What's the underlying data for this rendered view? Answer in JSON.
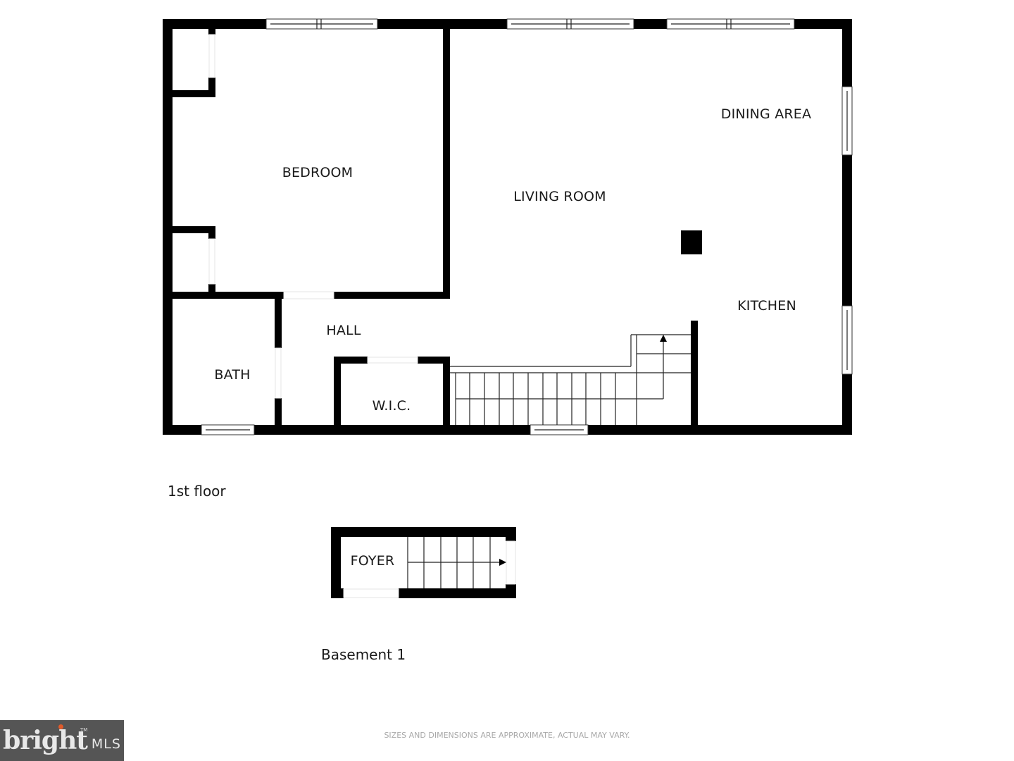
{
  "floors": {
    "first": {
      "label": "1st floor",
      "rooms": {
        "bedroom": "BEDROOM",
        "living_room": "LIVING ROOM",
        "dining_area": "DINING AREA",
        "kitchen": "KITCHEN",
        "hall": "HALL",
        "bath": "BATH",
        "wic": "W.I.C."
      }
    },
    "basement": {
      "label": "Basement 1",
      "rooms": {
        "foyer": "FOYER"
      }
    }
  },
  "disclaimer": "SIZES AND DIMENSIONS ARE APPROXIMATE, ACTUAL MAY VARY.",
  "logo": {
    "brand": "bright",
    "tm": "TM",
    "suffix": "MLS",
    "accent_color": "#e05a2a",
    "background_color": "#555555"
  }
}
